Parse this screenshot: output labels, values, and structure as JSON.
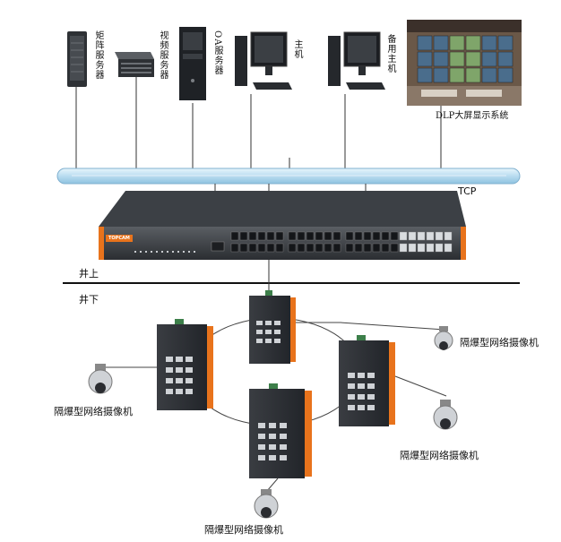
{
  "servers": {
    "matrix": "矩阵服务器",
    "video": "视频服务器",
    "oa": "OA服务器",
    "host": "主机",
    "backup_host": "备用主机"
  },
  "dlp": {
    "label": "DLP大屏显示系统"
  },
  "network": {
    "bus_label": "TCP",
    "switch_brand": "TOPCAM"
  },
  "zones": {
    "above": "井上",
    "below": "井下"
  },
  "cameras": {
    "right_top": "隔爆型网络摄像机",
    "left": "隔爆型网络摄像机",
    "right_bottom": "隔爆型网络摄像机",
    "bottom": "隔爆型网络摄像机"
  },
  "colors": {
    "bus": "#b9dcf0",
    "switch_accent": "#e8731c",
    "device_body": "#2f3236"
  }
}
